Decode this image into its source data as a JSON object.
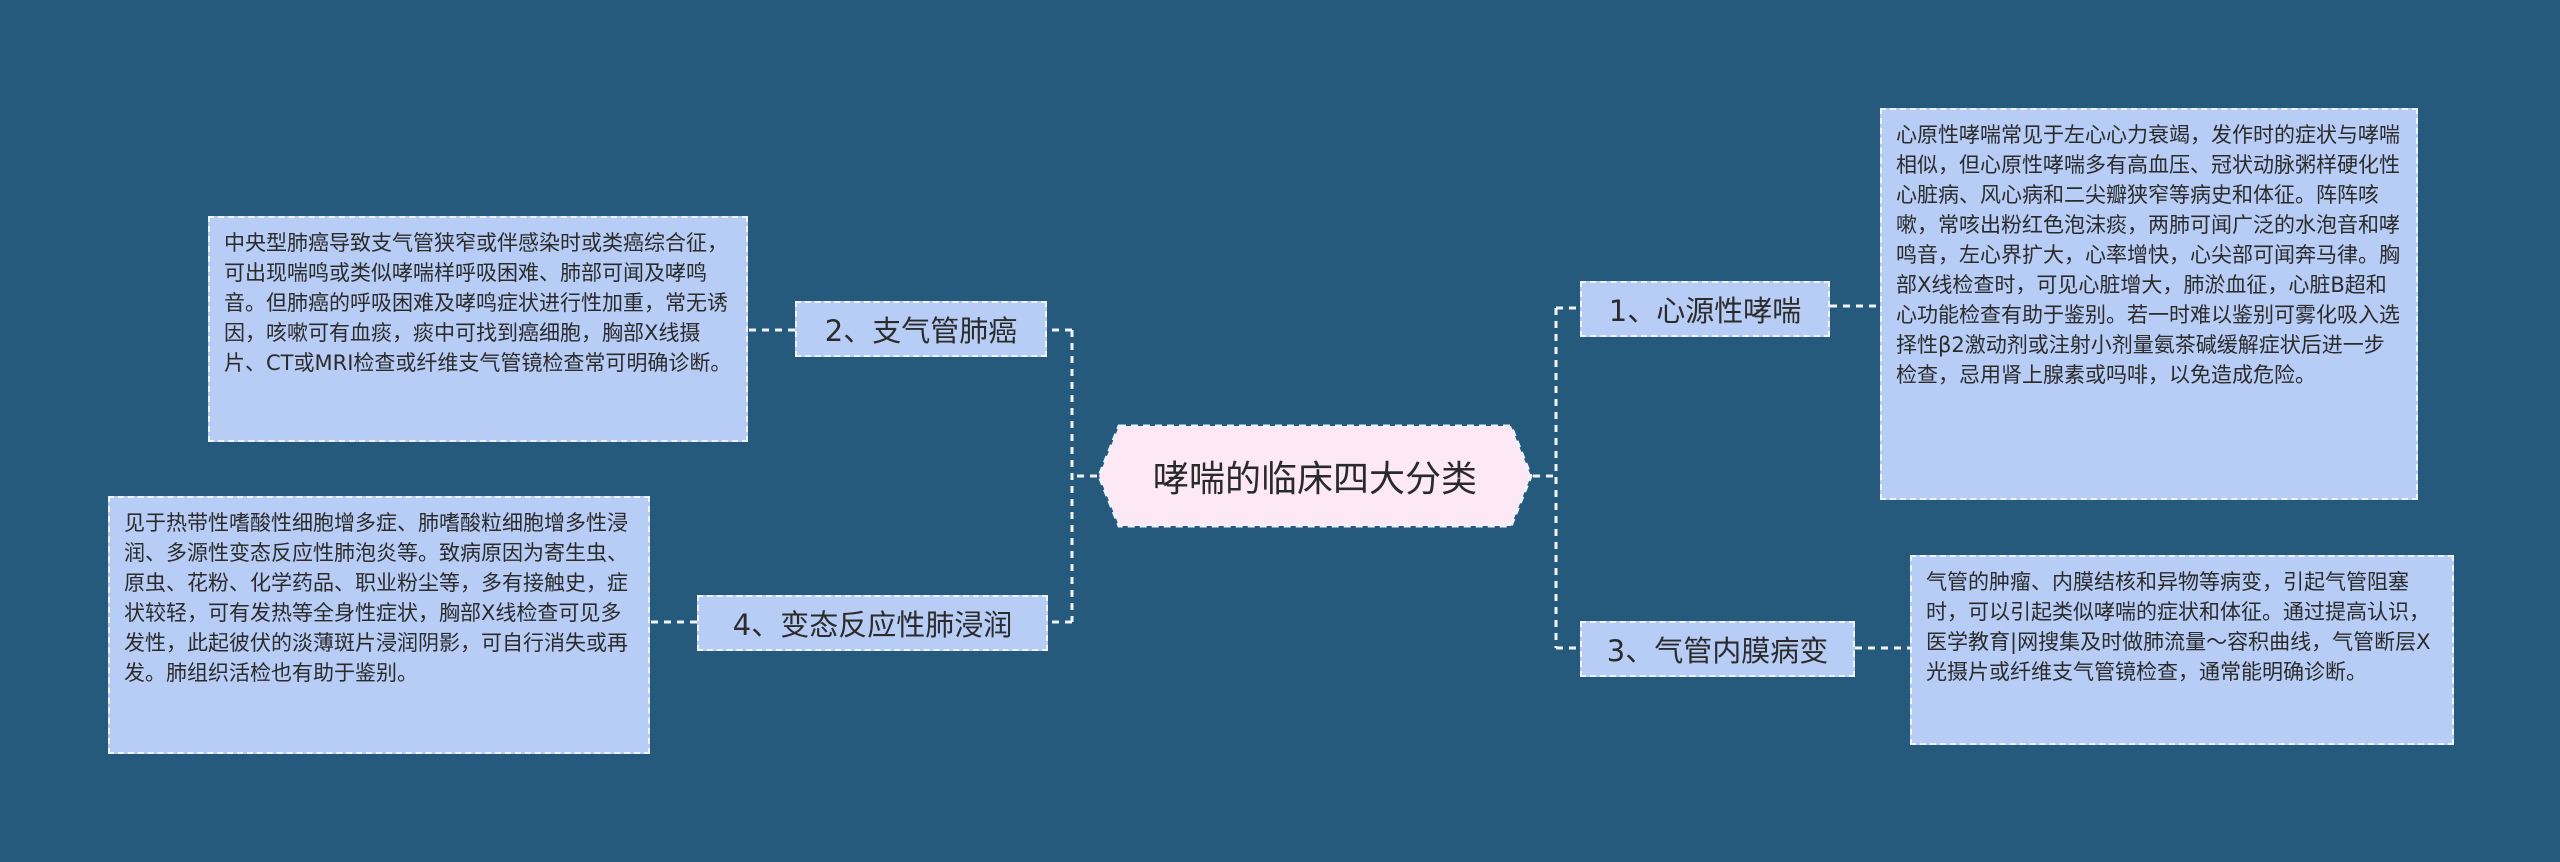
{
  "center": {
    "title": "哮喘的临床四大分类"
  },
  "branches": [
    {
      "label": "1、心源性哮喘",
      "text": "心原性哮喘常见于左心心力衰竭，发作时的症状与哮喘相似，但心原性哮喘多有高血压、冠状动脉粥样硬化性心脏病、风心病和二尖瓣狭窄等病史和体征。阵阵咳嗽，常咳出粉红色泡沫痰，两肺可闻广泛的水泡音和哮鸣音，左心界扩大，心率增快，心尖部可闻奔马律。胸部X线检查时，可见心脏增大，肺淤血征，心脏B超和心功能检查有助于鉴别。若一时难以鉴别可雾化吸入选择性β2激动剂或注射小剂量氨茶碱缓解症状后进一步检查，忌用肾上腺素或吗啡，以免造成危险。"
    },
    {
      "label": "2、支气管肺癌",
      "text": "中央型肺癌导致支气管狭窄或伴感染时或类癌综合征，可出现喘鸣或类似哮喘样呼吸困难、肺部可闻及哮鸣音。但肺癌的呼吸困难及哮鸣症状进行性加重，常无诱因，咳嗽可有血痰，痰中可找到癌细胞，胸部X线摄片、CT或MRI检查或纤维支气管镜检查常可明确诊断。"
    },
    {
      "label": "3、气管内膜病变",
      "text": "气管的肿瘤、内膜结核和异物等病变，引起气管阻塞时，可以引起类似哮喘的症状和体征。通过提高认识，医学教育|网搜集及时做肺流量～容积曲线，气管断层X光摄片或纤维支气管镜检查，通常能明确诊断。"
    },
    {
      "label": "4、变态反应性肺浸润",
      "text": "见于热带性嗜酸性细胞增多症、肺嗜酸粒细胞增多性浸润、多源性变态反应性肺泡炎等。致病原因为寄生虫、原虫、花粉、化学药品、职业粉尘等，多有接触史，症状较轻，可有发热等全身性症状，胸部X线检查可见多发性，此起彼伏的淡薄斑片浸润阴影，可自行消失或再发。肺组织活检也有助于鉴别。"
    }
  ],
  "colors": {
    "background": "#255a7c",
    "node_fill": "#b7cdf6",
    "center_fill": "#fde9f6",
    "border": "#eef3fc",
    "connector": "#eef3fc"
  }
}
